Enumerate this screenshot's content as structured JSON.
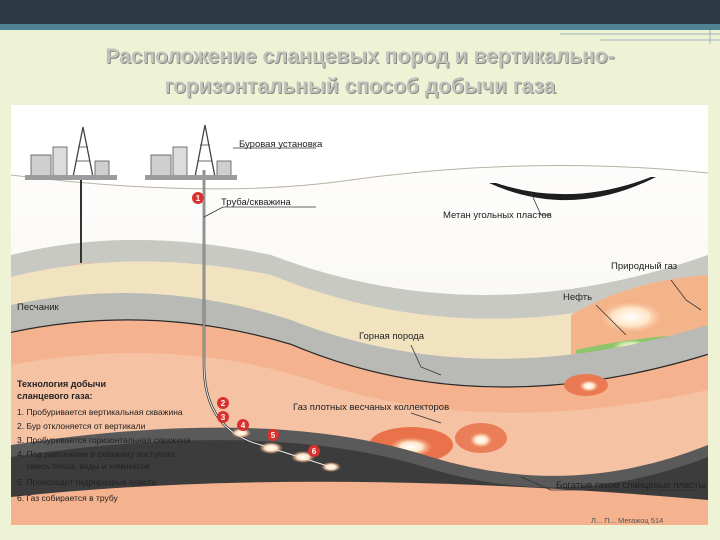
{
  "slide": {
    "title_line1": "Расположение сланцевых пород и вертикально-",
    "title_line2": "горизонтальный способ добычи газа"
  },
  "diagram": {
    "labels": {
      "rig": "Буровая установка",
      "pipe": "Труба/скважина",
      "coal_methane": "Метан угольных пластов",
      "natural_gas": "Природный газ",
      "oil": "Нефть",
      "sandstone": "Песчаник",
      "rock": "Горная порода",
      "tight_gas": "Газ плотных весчаных коллекторов",
      "shale_gas": "Богатые газом сланцевые пласты",
      "credit": "Л... П... Мегажоц 514"
    },
    "markers": [
      "1",
      "2",
      "3",
      "4",
      "5",
      "6"
    ],
    "technology": {
      "title_line1": "Технология добычи",
      "title_line2": "сланцевого газа:",
      "steps": [
        "1. Пробуривается вертикальная скважина",
        "2. Бур отклоняется от вертикали",
        "3. Пробуривается горизонтальная скважина",
        "4. Под давлением в скважину поступает",
        "    смесь песка, воды и химикатов",
        "5. Происходит гидроразрыв пласта",
        "6. Газ собирается в трубу"
      ]
    }
  }
}
